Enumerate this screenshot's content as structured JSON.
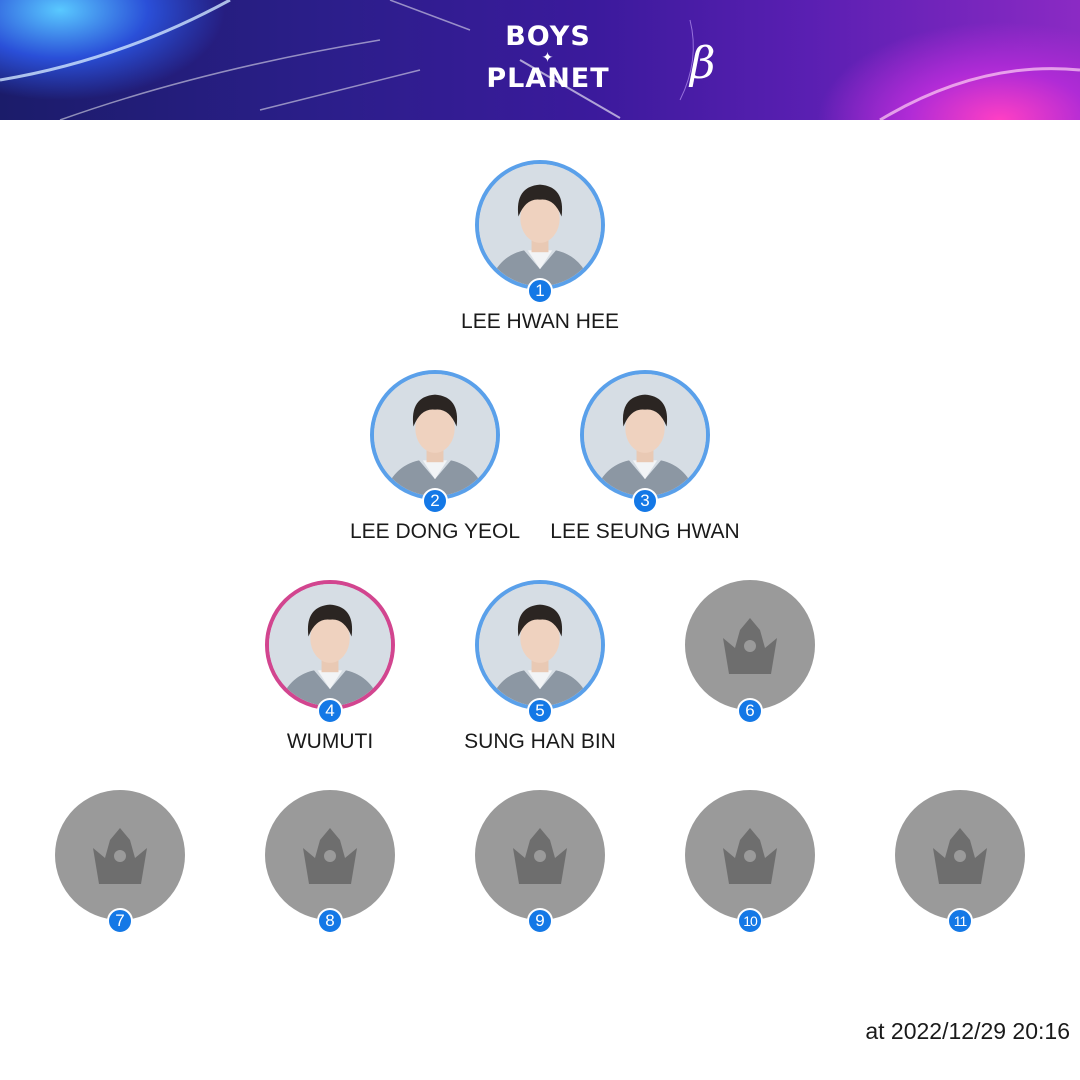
{
  "header": {
    "logo_line1": "BOYS",
    "logo_line2": "PLANET",
    "logo_star": "✦",
    "beta": "β"
  },
  "ranking": [
    {
      "rank": "1",
      "name": "LEE HWAN HEE",
      "photo": true,
      "ring": "#5aa0ea"
    },
    {
      "rank": "2",
      "name": "LEE DONG YEOL",
      "photo": true,
      "ring": "#5aa0ea"
    },
    {
      "rank": "3",
      "name": "LEE SEUNG HWAN",
      "photo": true,
      "ring": "#5aa0ea"
    },
    {
      "rank": "4",
      "name": "WUMUTI",
      "photo": true,
      "ring": "#d2458f"
    },
    {
      "rank": "5",
      "name": "SUNG HAN BIN",
      "photo": true,
      "ring": "#5aa0ea"
    },
    {
      "rank": "6",
      "name": "",
      "photo": false,
      "icon": "crown-icon"
    },
    {
      "rank": "7",
      "name": "",
      "photo": false,
      "icon": "crown-icon"
    },
    {
      "rank": "8",
      "name": "",
      "photo": false,
      "icon": "crown-icon"
    },
    {
      "rank": "9",
      "name": "",
      "photo": false,
      "icon": "crown-icon"
    },
    {
      "rank": "10",
      "name": "",
      "photo": false,
      "icon": "crown-icon"
    },
    {
      "rank": "11",
      "name": "",
      "photo": false,
      "icon": "crown-icon"
    }
  ],
  "footer": {
    "timestamp": "at 2022/12/29 20:16"
  }
}
